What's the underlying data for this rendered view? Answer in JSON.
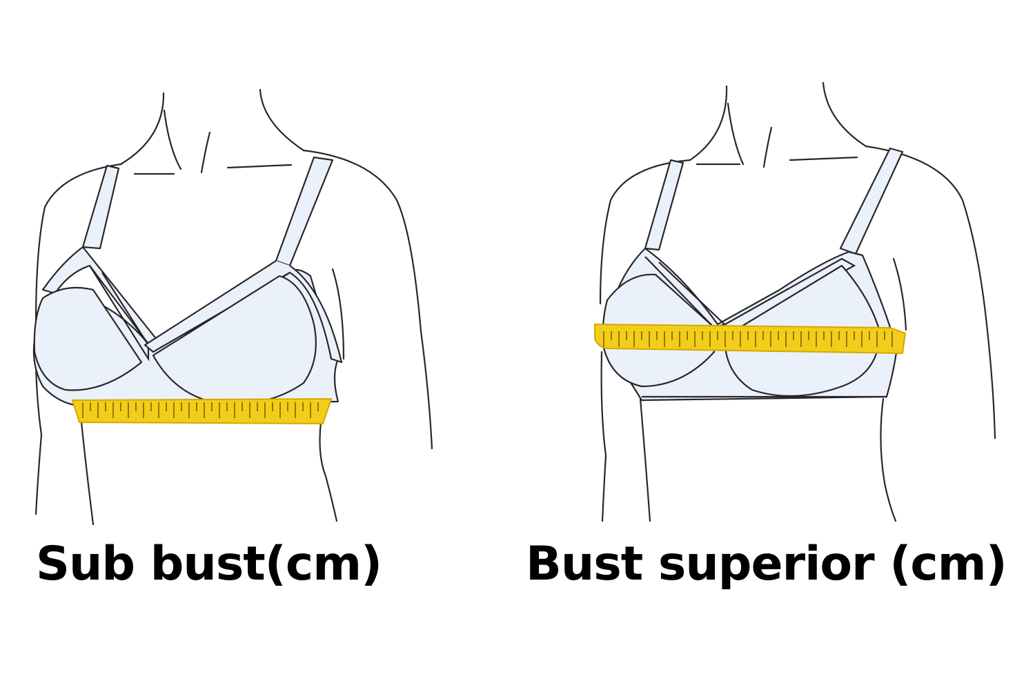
{
  "figures": [
    {
      "id": "sub-bust",
      "caption": "Sub bust(cm)"
    },
    {
      "id": "bust-superior",
      "caption": "Bust superior (cm)"
    }
  ],
  "colors": {
    "outline": "#2a2528",
    "bra_fill": "#eaf1fa",
    "tape_fill": "#f2cd1a",
    "tape_edge": "#d4a800",
    "tape_tick": "#7a6400"
  }
}
